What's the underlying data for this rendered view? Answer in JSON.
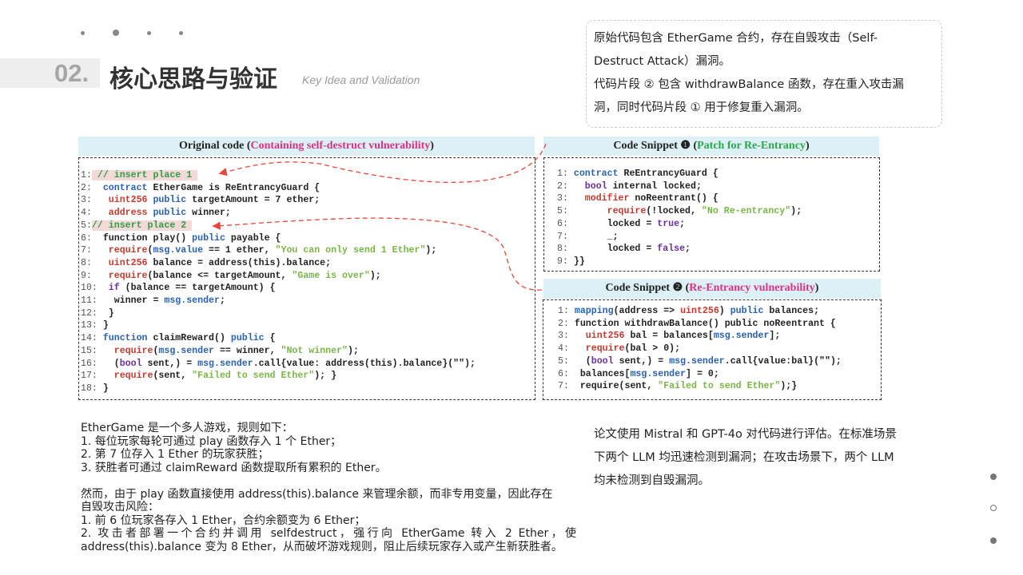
{
  "header": {
    "number": "02.",
    "title": "核心思路与验证",
    "subtitle": "Key Idea and Validation"
  },
  "note": {
    "lines": [
      "原始代码包含 EtherGame 合约，存在自毁攻击（Self-",
      "Destruct Attack）漏洞。",
      "代码片段 ② 包含 withdrawBalance 函数，存在重入攻击漏",
      "洞，同时代码片段 ① 用于修复重入漏洞。"
    ]
  },
  "original": {
    "caption_prefix": "Original code (",
    "caption_highlight": "Containing self-destruct vulnerability",
    "caption_suffix": ")",
    "lines": [
      {
        "n": "1:",
        "hl": true,
        "t": [
          [
            "c",
            " // insert place 1 "
          ]
        ]
      },
      {
        "n": "2:",
        "t": [
          [
            "n",
            "  "
          ],
          [
            "k",
            "contract"
          ],
          [
            "n",
            " EtherGame is ReEntrancyGuard {"
          ]
        ]
      },
      {
        "n": "3:",
        "t": [
          [
            "n",
            "   "
          ],
          [
            "r",
            "uint256"
          ],
          [
            "n",
            " "
          ],
          [
            "k",
            "public"
          ],
          [
            "n",
            " targetAmount = 7 ether;"
          ]
        ]
      },
      {
        "n": "4:",
        "t": [
          [
            "n",
            "   "
          ],
          [
            "r",
            "address"
          ],
          [
            "n",
            " "
          ],
          [
            "k",
            "public"
          ],
          [
            "n",
            " winner;"
          ]
        ]
      },
      {
        "n": "5:",
        "hl": true,
        "t": [
          [
            "c",
            "// insert place 2 "
          ]
        ]
      },
      {
        "n": "6:",
        "t": [
          [
            "n",
            "  function play() "
          ],
          [
            "k",
            "public"
          ],
          [
            "n",
            " payable {"
          ]
        ]
      },
      {
        "n": "7:",
        "t": [
          [
            "n",
            "   "
          ],
          [
            "r",
            "require"
          ],
          [
            "n",
            "("
          ],
          [
            "k",
            "msg.value"
          ],
          [
            "n",
            " == 1 ether, "
          ],
          [
            "s",
            "\"You can only send 1 Ether\""
          ],
          [
            "n",
            ");"
          ]
        ]
      },
      {
        "n": "8:",
        "t": [
          [
            "n",
            "   "
          ],
          [
            "r",
            "uint256"
          ],
          [
            "n",
            " balance = address(this).balance;"
          ]
        ]
      },
      {
        "n": "9:",
        "t": [
          [
            "n",
            "   "
          ],
          [
            "r",
            "require"
          ],
          [
            "n",
            "(balance <= targetAmount, "
          ],
          [
            "s",
            "\"Game is over\""
          ],
          [
            "n",
            ");"
          ]
        ]
      },
      {
        "n": "10:",
        "t": [
          [
            "n",
            "  "
          ],
          [
            "p",
            "if"
          ],
          [
            "n",
            " (balance == targetAmount) {"
          ]
        ]
      },
      {
        "n": "11:",
        "t": [
          [
            "n",
            "   winner = "
          ],
          [
            "k",
            "msg.sender"
          ],
          [
            "n",
            ";"
          ]
        ]
      },
      {
        "n": "12:",
        "t": [
          [
            "n",
            "  }"
          ]
        ]
      },
      {
        "n": "13:",
        "t": [
          [
            "n",
            " }"
          ]
        ]
      },
      {
        "n": "14:",
        "t": [
          [
            "n",
            " "
          ],
          [
            "k",
            "function"
          ],
          [
            "n",
            " claimReward() "
          ],
          [
            "k",
            "public"
          ],
          [
            "n",
            " {"
          ]
        ]
      },
      {
        "n": "15:",
        "t": [
          [
            "n",
            "   "
          ],
          [
            "r",
            "require"
          ],
          [
            "n",
            "("
          ],
          [
            "k",
            "msg.sender"
          ],
          [
            "n",
            " == winner, "
          ],
          [
            "s",
            "\"Not winner\""
          ],
          [
            "n",
            ");"
          ]
        ]
      },
      {
        "n": "16:",
        "t": [
          [
            "n",
            "   ("
          ],
          [
            "p",
            "bool"
          ],
          [
            "n",
            " sent,) = "
          ],
          [
            "k",
            "msg.sender"
          ],
          [
            "n",
            ".call{value: address(this).balance}(\"\");"
          ]
        ]
      },
      {
        "n": "17:",
        "t": [
          [
            "n",
            "   "
          ],
          [
            "r",
            "require"
          ],
          [
            "n",
            "(sent, "
          ],
          [
            "s",
            "\"Failed to send Ether\""
          ],
          [
            "n",
            "); }"
          ]
        ]
      },
      {
        "n": "18:",
        "t": [
          [
            "n",
            " }"
          ]
        ]
      }
    ]
  },
  "snippet1": {
    "caption_prefix": "Code Snippet ❶ (",
    "caption_highlight": "Patch for Re-Entrancy",
    "caption_suffix": ")",
    "lines": [
      {
        "n": "1:",
        "t": [
          [
            "n",
            " "
          ],
          [
            "k",
            "contract"
          ],
          [
            "n",
            " ReEntrancyGuard {"
          ]
        ]
      },
      {
        "n": "2:",
        "t": [
          [
            "n",
            "   "
          ],
          [
            "p",
            "bool"
          ],
          [
            "n",
            " internal locked;"
          ]
        ]
      },
      {
        "n": "3:",
        "t": [
          [
            "n",
            "   "
          ],
          [
            "r",
            "modifier"
          ],
          [
            "n",
            " noReentrant() {"
          ]
        ]
      },
      {
        "n": "5:",
        "t": [
          [
            "n",
            "       "
          ],
          [
            "r",
            "require"
          ],
          [
            "n",
            "(!locked, "
          ],
          [
            "s",
            "\"No Re-entrancy\""
          ],
          [
            "n",
            ");"
          ]
        ]
      },
      {
        "n": "6:",
        "t": [
          [
            "n",
            "       locked = "
          ],
          [
            "p",
            "true"
          ],
          [
            "n",
            ";"
          ]
        ]
      },
      {
        "n": "7:",
        "t": [
          [
            "n",
            "       _;"
          ]
        ]
      },
      {
        "n": "8:",
        "t": [
          [
            "n",
            "       locked = "
          ],
          [
            "p",
            "false"
          ],
          [
            "n",
            ";"
          ]
        ]
      },
      {
        "n": "9:",
        "t": [
          [
            "n",
            " }}"
          ]
        ]
      }
    ]
  },
  "snippet2": {
    "caption_prefix": "Code Snippet ❷ (",
    "caption_highlight": "Re-Entrancy vulnerability",
    "caption_suffix": ")",
    "lines": [
      {
        "n": "1:",
        "t": [
          [
            "n",
            " "
          ],
          [
            "k",
            "mapping"
          ],
          [
            "n",
            "(address => "
          ],
          [
            "r",
            "uint256"
          ],
          [
            "n",
            ") "
          ],
          [
            "k",
            "public"
          ],
          [
            "n",
            " balances;"
          ]
        ]
      },
      {
        "n": "2:",
        "t": [
          [
            "n",
            " function withdrawBalance() public noReentrant {"
          ]
        ]
      },
      {
        "n": "3:",
        "t": [
          [
            "n",
            "   "
          ],
          [
            "r",
            "uint256"
          ],
          [
            "n",
            " bal = balances["
          ],
          [
            "k",
            "msg.sender"
          ],
          [
            "n",
            "];"
          ]
        ]
      },
      {
        "n": "4:",
        "t": [
          [
            "n",
            "   "
          ],
          [
            "r",
            "require"
          ],
          [
            "n",
            "(bal > 0);"
          ]
        ]
      },
      {
        "n": "5:",
        "t": [
          [
            "n",
            "   ("
          ],
          [
            "p",
            "bool"
          ],
          [
            "n",
            " sent,) = "
          ],
          [
            "k",
            "msg.sender"
          ],
          [
            "n",
            ".call{value:bal}(\"\");"
          ]
        ]
      },
      {
        "n": "6:",
        "t": [
          [
            "n",
            "  balances["
          ],
          [
            "k",
            "msg.sender"
          ],
          [
            "n",
            "] = 0;"
          ]
        ]
      },
      {
        "n": "7:",
        "t": [
          [
            "n",
            "  require(sent, "
          ],
          [
            "s",
            "\"Failed to send Ether\""
          ],
          [
            "n",
            ");}"
          ]
        ]
      }
    ]
  },
  "left_text": {
    "lines": [
      "EtherGame 是一个多人游戏，规则如下：",
      "1. 每位玩家每轮可通过 play 函数存入 1 个 Ether；",
      "2. 第 7 位存入 1 Ether 的玩家获胜；",
      "3. 获胜者可通过 claimReward 函数提取所有累积的 Ether。",
      "",
      "然而，由于 play 函数直接使用 address(this).balance 来管理余额，而非专用变量，因此存在",
      "自毁攻击风险：",
      "1. 前 6 位玩家各存入 1 Ether，合约余额变为 6 Ether；",
      "2. 攻击者部署一个合约并调用 selfdestruct，强行向 EtherGame 转入 2 Ether，使",
      "address(this).balance 变为 8 Ether，从而破坏游戏规则，阻止后续玩家存入或产生新获胜者。"
    ]
  },
  "right_text": {
    "lines": [
      "论文使用 Mistral 和 GPT-4o 对代码进行评估。在标准场景",
      "下两个 LLM 均迅速检测到漏洞；在攻击场景下，两个 LLM",
      "均未检测到自毁漏洞。"
    ]
  },
  "pager": {
    "active": 1,
    "count": 3
  }
}
